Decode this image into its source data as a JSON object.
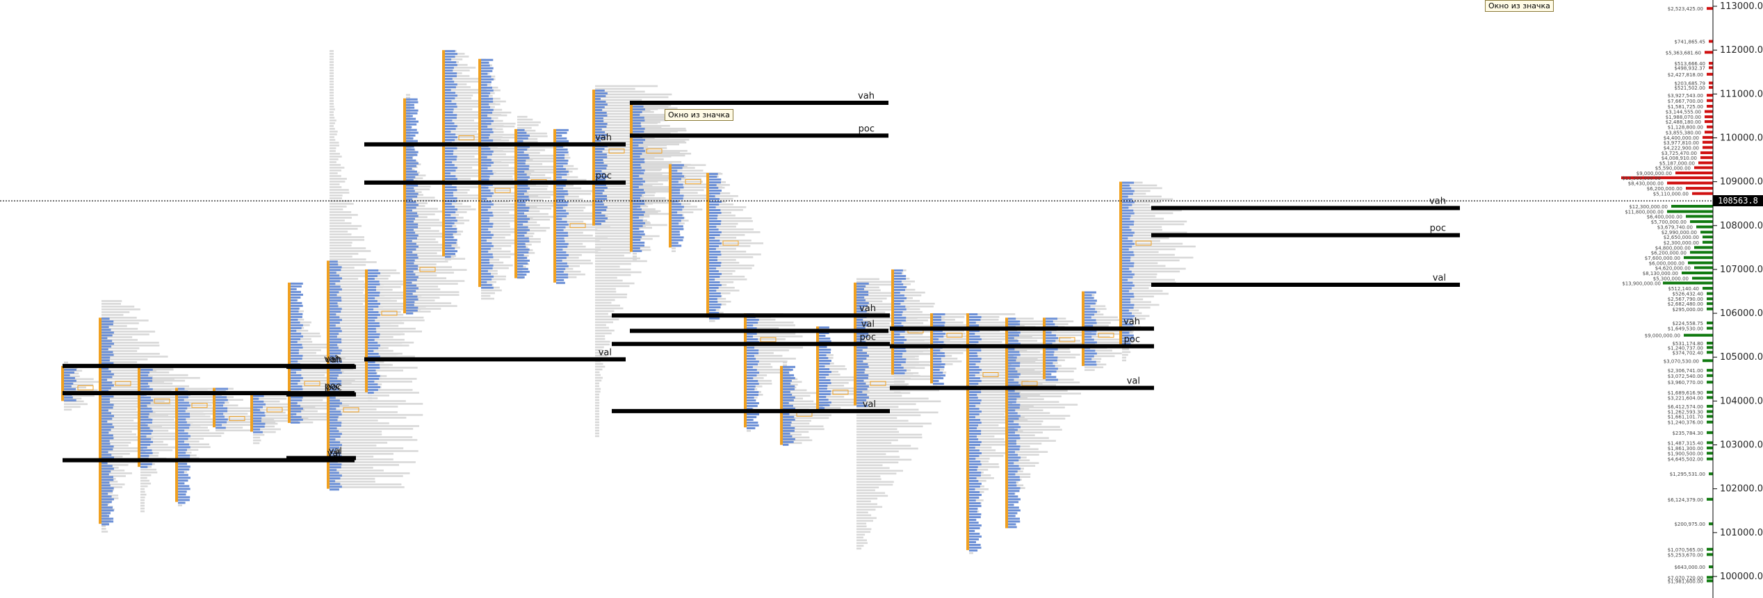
{
  "chart_data": {
    "type": "bar",
    "subtype": "volume-profile",
    "y_axis": {
      "position": "right",
      "ylim": [
        99900,
        113000
      ],
      "ticks": [
        "100000.0",
        "101000.0",
        "102000.0",
        "103000.0",
        "104000.0",
        "105000.0",
        "106000.0",
        "107000.0",
        "108000.0",
        "109000.0",
        "110000.0",
        "111000.0",
        "112000.0",
        "113000.0"
      ],
      "tick_values": [
        100000,
        101000,
        102000,
        103000,
        104000,
        105000,
        106000,
        107000,
        108000,
        109000,
        110000,
        111000,
        112000,
        113000
      ]
    },
    "current_price": 108563.8,
    "current_price_label": "108563.8",
    "level_labels": {
      "vah": "vah",
      "poc": "poc",
      "val": "val"
    },
    "colors": {
      "histogram": "#d8d8d8",
      "highlight": "#6b8fd6",
      "range_bar": "#f0a020",
      "level_line": "#000000",
      "order_sell": "#d01010",
      "order_buy": "#107a10"
    },
    "profiles": [
      {
        "low": 103800,
        "high": 104900,
        "poc": 104300,
        "vah": 104600,
        "val": 104000,
        "width": 0.25,
        "segment": [
          104000,
          104800
        ]
      },
      {
        "low": 101000,
        "high": 106300,
        "poc": 104400,
        "vah": 104600,
        "val": 103400,
        "width": 0.7,
        "segment": [
          101200,
          105900
        ]
      },
      {
        "low": 101500,
        "high": 104800,
        "poc": 104000,
        "vah": 104600,
        "val": 103300,
        "width": 0.65,
        "segment": [
          102500,
          104800
        ]
      },
      {
        "low": 101600,
        "high": 104300,
        "poc": 103900,
        "vah": 104200,
        "val": 103400,
        "width": 0.6,
        "segment": [
          101700,
          104300
        ]
      },
      {
        "low": 103300,
        "high": 104300,
        "poc": 103600,
        "vah": 104100,
        "val": 103400,
        "width": 0.55,
        "segment": [
          103400,
          104300
        ]
      },
      {
        "low": 103000,
        "high": 104200,
        "poc": 103800,
        "vah": 104100,
        "val": 103300,
        "width": 0.55,
        "segment": [
          103300,
          104200
        ]
      },
      {
        "low": 103500,
        "high": 106700,
        "poc": 104400,
        "vah": 104800,
        "val": 103700,
        "width": 0.6,
        "segment": [
          103500,
          106700
        ]
      },
      {
        "low": 102000,
        "high": 112000,
        "poc": 103800,
        "vah": 109900,
        "val": 105000,
        "width": 1.0,
        "segment": [
          102000,
          107200
        ]
      },
      {
        "low": 104000,
        "high": 107000,
        "poc": 106000,
        "vah": 106500,
        "val": 105000,
        "width": 0.5,
        "segment": [
          104200,
          107000
        ]
      },
      {
        "low": 106000,
        "high": 111000,
        "poc": 107000,
        "vah": 109700,
        "val": 106500,
        "width": 0.5,
        "segment": [
          106000,
          110900
        ]
      },
      {
        "low": 107200,
        "high": 112000,
        "poc": 110000,
        "vah": 111500,
        "val": 108200,
        "width": 0.5,
        "segment": [
          107300,
          112000
        ]
      },
      {
        "low": 106300,
        "high": 111800,
        "poc": 108800,
        "vah": 109200,
        "val": 107200,
        "width": 0.45,
        "segment": [
          106600,
          111800
        ]
      },
      {
        "low": 106800,
        "high": 110500,
        "poc": 109000,
        "vah": 109500,
        "val": 107300,
        "width": 0.4,
        "segment": [
          106800,
          110200
        ]
      },
      {
        "low": 106800,
        "high": 110200,
        "poc": 108000,
        "vah": 109500,
        "val": 107200,
        "width": 0.4,
        "segment": [
          106700,
          110200
        ]
      },
      {
        "low": 103200,
        "high": 111200,
        "poc": 109700,
        "vah": 110300,
        "val": 105500,
        "width": 1.0,
        "segment": [
          108000,
          111100
        ]
      },
      {
        "low": 107200,
        "high": 110800,
        "poc": 109700,
        "vah": 110200,
        "val": 108200,
        "width": 0.5,
        "segment": [
          107400,
          110800
        ]
      },
      {
        "low": 107400,
        "high": 109400,
        "poc": 109000,
        "vah": 109300,
        "val": 107800,
        "width": 0.4,
        "segment": [
          107500,
          109400
        ]
      },
      {
        "low": 105800,
        "high": 109200,
        "poc": 107600,
        "vah": 108300,
        "val": 106200,
        "width": 0.4,
        "segment": [
          105900,
          109200
        ]
      },
      {
        "low": 103300,
        "high": 106000,
        "poc": 105400,
        "vah": 105900,
        "val": 104200,
        "width": 0.45,
        "segment": [
          103400,
          106000
        ]
      },
      {
        "low": 103000,
        "high": 104900,
        "poc": 103700,
        "vah": 104600,
        "val": 103300,
        "width": 0.35,
        "segment": [
          103000,
          104800
        ]
      },
      {
        "low": 103800,
        "high": 105700,
        "poc": 104200,
        "vah": 105500,
        "val": 103900,
        "width": 0.35,
        "segment": [
          103800,
          105700
        ]
      },
      {
        "low": 100600,
        "high": 106800,
        "poc": 104400,
        "vah": 105900,
        "val": 103800,
        "width": 0.9,
        "segment": [
          103900,
          106700
        ]
      },
      {
        "low": 104200,
        "high": 107000,
        "poc": 105600,
        "vah": 106000,
        "val": 104800,
        "width": 0.45,
        "segment": [
          104600,
          107000
        ]
      },
      {
        "low": 104300,
        "high": 106000,
        "poc": 105500,
        "vah": 105800,
        "val": 104700,
        "width": 0.45,
        "segment": [
          104400,
          106000
        ]
      },
      {
        "low": 100500,
        "high": 106000,
        "poc": 104600,
        "vah": 105900,
        "val": 104000,
        "width": 0.7,
        "segment": [
          100600,
          106000
        ]
      },
      {
        "low": 101100,
        "high": 105900,
        "poc": 104400,
        "vah": 105600,
        "val": 103800,
        "width": 0.7,
        "segment": [
          101100,
          105900
        ]
      },
      {
        "low": 104500,
        "high": 105900,
        "poc": 105400,
        "vah": 105800,
        "val": 104700,
        "width": 0.35,
        "segment": [
          104500,
          105900
        ]
      },
      {
        "low": 104700,
        "high": 106500,
        "poc": 105500,
        "vah": 106100,
        "val": 105100,
        "width": 0.35,
        "segment": [
          104800,
          106500
        ]
      },
      {
        "low": 104900,
        "high": 109000,
        "poc": 107600,
        "vah": 108500,
        "val": 106600,
        "width": 0.7,
        "segment": [
          105300,
          109000
        ]
      }
    ],
    "key_levels": [
      {
        "type": "vah",
        "value": 110800,
        "label": "vah"
      },
      {
        "type": "poc",
        "value": 110050,
        "label": "poc"
      },
      {
        "type": "val",
        "value": 105600,
        "label": "val"
      },
      {
        "type": "vah",
        "value": 109850,
        "label": "vah"
      },
      {
        "type": "poc",
        "value": 108980,
        "label": "poc"
      },
      {
        "type": "val",
        "value": 104950,
        "label": "val"
      },
      {
        "type": "vah",
        "value": 104800,
        "label": "vah"
      },
      {
        "type": "poc",
        "value": 104180,
        "label": "poc"
      },
      {
        "type": "val",
        "value": 102650,
        "label": "val"
      },
      {
        "type": "vah",
        "value": 104780,
        "label": "vah"
      },
      {
        "type": "poc",
        "value": 104150,
        "label": "poc"
      },
      {
        "type": "val",
        "value": 102700,
        "label": "val"
      },
      {
        "type": "vah",
        "value": 105950,
        "label": "vah"
      },
      {
        "type": "poc",
        "value": 105300,
        "label": "poc"
      },
      {
        "type": "val",
        "value": 103770,
        "label": "val"
      },
      {
        "type": "vah",
        "value": 105650,
        "label": "vah"
      },
      {
        "type": "poc",
        "value": 105250,
        "label": "poc"
      },
      {
        "type": "val",
        "value": 104300,
        "label": "val"
      },
      {
        "type": "vah",
        "value": 108400,
        "label": "vah"
      },
      {
        "type": "poc",
        "value": 107780,
        "label": "poc"
      },
      {
        "type": "val",
        "value": 106650,
        "label": "val"
      }
    ],
    "order_book": [
      {
        "price": 112950,
        "side": "sell",
        "volume": 0.3,
        "label": "$2,523,425.00"
      },
      {
        "price": 112200,
        "side": "sell",
        "volume": 0.2,
        "label": "$741,865.45"
      },
      {
        "price": 111950,
        "side": "sell",
        "volume": 0.4,
        "label": "$5,363,681.60"
      },
      {
        "price": 111700,
        "side": "sell",
        "volume": 0.2,
        "label": "$513,666.40"
      },
      {
        "price": 111600,
        "side": "sell",
        "volume": 0.2,
        "label": "$498,932.37"
      },
      {
        "price": 111450,
        "side": "sell",
        "volume": 0.3,
        "label": "$2,427,818.00"
      },
      {
        "price": 111250,
        "side": "sell",
        "volume": 0.2,
        "label": "$203,685.79"
      },
      {
        "price": 111150,
        "side": "sell",
        "volume": 0.2,
        "label": "$521,502.00"
      },
      {
        "price": 110970,
        "side": "sell",
        "volume": 0.3,
        "label": "$3,927,543.00"
      },
      {
        "price": 110850,
        "side": "sell",
        "volume": 0.3,
        "label": "$7,667,700.00"
      },
      {
        "price": 110720,
        "side": "sell",
        "volume": 0.3,
        "label": "$1,581,725.00"
      },
      {
        "price": 110600,
        "side": "sell",
        "volume": 0.4,
        "label": "$3,144,555.00"
      },
      {
        "price": 110480,
        "side": "sell",
        "volume": 0.4,
        "label": "$1,988,070.00"
      },
      {
        "price": 110370,
        "side": "sell",
        "volume": 0.4,
        "label": "$2,488,180.00"
      },
      {
        "price": 110250,
        "side": "sell",
        "volume": 0.3,
        "label": "$1,128,800.00"
      },
      {
        "price": 110130,
        "side": "sell",
        "volume": 0.4,
        "label": "$3,855,380.00"
      },
      {
        "price": 110010,
        "side": "sell",
        "volume": 0.5,
        "label": "$4,400,000.00"
      },
      {
        "price": 109900,
        "side": "sell",
        "volume": 0.5,
        "label": "$3,977,810.00"
      },
      {
        "price": 109780,
        "side": "sell",
        "volume": 0.5,
        "label": "$4,222,900.00"
      },
      {
        "price": 109660,
        "side": "sell",
        "volume": 0.6,
        "label": "$3,725,470.00"
      },
      {
        "price": 109550,
        "side": "sell",
        "volume": 0.6,
        "label": "$4,008,910.00"
      },
      {
        "price": 109430,
        "side": "sell",
        "volume": 0.7,
        "label": "$5,187,000.00"
      },
      {
        "price": 109320,
        "side": "sell",
        "volume": 0.9,
        "label": "$5,590,000.00"
      },
      {
        "price": 109200,
        "side": "sell",
        "volume": 1.8,
        "label": "$9,000,000.00"
      },
      {
        "price": 109090,
        "side": "sell",
        "volume": 4.4,
        "label": "$13,500,000.00"
      },
      {
        "price": 108970,
        "side": "sell",
        "volume": 2.2,
        "label": "$8,430,000.00"
      },
      {
        "price": 108850,
        "side": "sell",
        "volume": 1.3,
        "label": "$6,200,000.00"
      },
      {
        "price": 108730,
        "side": "sell",
        "volume": 1.0,
        "label": "$5,110,000.00"
      },
      {
        "price": 108440,
        "side": "buy",
        "volume": 2.0,
        "label": "$12,300,000.00"
      },
      {
        "price": 108320,
        "side": "buy",
        "volume": 2.2,
        "label": "$11,800,000.00"
      },
      {
        "price": 108210,
        "side": "buy",
        "volume": 1.3,
        "label": "$6,400,000.00"
      },
      {
        "price": 108090,
        "side": "buy",
        "volume": 1.1,
        "label": "$5,700,000.00"
      },
      {
        "price": 107970,
        "side": "buy",
        "volume": 0.8,
        "label": "$3,679,740.00"
      },
      {
        "price": 107850,
        "side": "buy",
        "volume": 0.6,
        "label": "$2,990,000.00"
      },
      {
        "price": 107740,
        "side": "buy",
        "volume": 0.5,
        "label": "$2,650,000.00"
      },
      {
        "price": 107620,
        "side": "buy",
        "volume": 0.5,
        "label": "$2,300,000.00"
      },
      {
        "price": 107500,
        "side": "buy",
        "volume": 0.9,
        "label": "$4,800,000.00"
      },
      {
        "price": 107390,
        "side": "buy",
        "volume": 1.1,
        "label": "$6,200,000.00"
      },
      {
        "price": 107270,
        "side": "buy",
        "volume": 1.4,
        "label": "$7,600,000.00"
      },
      {
        "price": 107150,
        "side": "buy",
        "volume": 1.2,
        "label": "$6,000,000.00"
      },
      {
        "price": 107040,
        "side": "buy",
        "volume": 0.9,
        "label": "$4,620,000.00"
      },
      {
        "price": 106920,
        "side": "buy",
        "volume": 1.5,
        "label": "$8,130,000.00"
      },
      {
        "price": 106800,
        "side": "buy",
        "volume": 1.0,
        "label": "$5,300,000.00"
      },
      {
        "price": 106690,
        "side": "buy",
        "volume": 2.4,
        "label": "$13,900,000.00"
      },
      {
        "price": 106570,
        "side": "buy",
        "volume": 0.5,
        "label": "$512,140.40"
      },
      {
        "price": 106450,
        "side": "buy",
        "volume": 0.3,
        "label": "$526,432.40"
      },
      {
        "price": 106330,
        "side": "buy",
        "volume": 0.3,
        "label": "$2,567,790.00"
      },
      {
        "price": 106220,
        "side": "buy",
        "volume": 0.3,
        "label": "$2,682,480.00"
      },
      {
        "price": 106100,
        "side": "buy",
        "volume": 0.3,
        "label": "$295,000.00"
      },
      {
        "price": 105780,
        "side": "buy",
        "volume": 0.3,
        "label": "$224,558.75"
      },
      {
        "price": 105660,
        "side": "buy",
        "volume": 0.3,
        "label": "$1,649,530.00"
      },
      {
        "price": 105500,
        "side": "buy",
        "volume": 1.4,
        "label": "$9,000,000.00"
      },
      {
        "price": 105320,
        "side": "buy",
        "volume": 0.3,
        "label": "$531,174.80"
      },
      {
        "price": 105220,
        "side": "buy",
        "volume": 0.3,
        "label": "$1,240,737.00"
      },
      {
        "price": 105110,
        "side": "buy",
        "volume": 0.3,
        "label": "$374,702.40"
      },
      {
        "price": 104920,
        "side": "buy",
        "volume": 0.5,
        "label": "$3,070,530.00"
      },
      {
        "price": 104700,
        "side": "buy",
        "volume": 0.3,
        "label": "$2,306,741.00"
      },
      {
        "price": 104580,
        "side": "buy",
        "volume": 0.3,
        "label": "$3,072,540.00"
      },
      {
        "price": 104430,
        "side": "buy",
        "volume": 0.3,
        "label": "$3,960,770.00"
      },
      {
        "price": 104200,
        "side": "buy",
        "volume": 0.3,
        "label": "$1,689,616.90"
      },
      {
        "price": 104080,
        "side": "buy",
        "volume": 0.3,
        "label": "$3,221,604.00"
      },
      {
        "price": 103880,
        "side": "buy",
        "volume": 0.3,
        "label": "$6,412,574.00"
      },
      {
        "price": 103760,
        "side": "buy",
        "volume": 0.3,
        "label": "$1,262,593.30"
      },
      {
        "price": 103650,
        "side": "buy",
        "volume": 0.3,
        "label": "$1,661,101.70"
      },
      {
        "price": 103520,
        "side": "buy",
        "volume": 0.3,
        "label": "$1,240,376.00"
      },
      {
        "price": 103280,
        "side": "buy",
        "volume": 0.3,
        "label": "$235,784.30"
      },
      {
        "price": 103050,
        "side": "buy",
        "volume": 0.3,
        "label": "$1,487,315.40"
      },
      {
        "price": 102930,
        "side": "buy",
        "volume": 0.3,
        "label": "$1,861,300.00"
      },
      {
        "price": 102810,
        "side": "buy",
        "volume": 0.3,
        "label": "$1,900,500.00"
      },
      {
        "price": 102680,
        "side": "buy",
        "volume": 0.3,
        "label": "$4,645,502.00"
      },
      {
        "price": 102340,
        "side": "buy",
        "volume": 0.2,
        "label": "$1,295,531.00"
      },
      {
        "price": 101760,
        "side": "buy",
        "volume": 0.3,
        "label": "$6,124,379.00"
      },
      {
        "price": 101200,
        "side": "buy",
        "volume": 0.2,
        "label": "$200,975.00"
      },
      {
        "price": 100620,
        "side": "buy",
        "volume": 0.3,
        "label": "$1,070,565.00"
      },
      {
        "price": 100500,
        "side": "buy",
        "volume": 0.3,
        "label": "$5,253,670.00"
      },
      {
        "price": 100220,
        "side": "buy",
        "volume": 0.2,
        "label": "$643,000.00"
      },
      {
        "price": 99980,
        "side": "buy",
        "volume": 0.3,
        "label": "$7,070,720.00"
      },
      {
        "price": 99900,
        "side": "buy",
        "volume": 0.3,
        "label": "$1,981,600.00"
      }
    ]
  },
  "tooltips": {
    "top_right": "Окно из значка",
    "center": "Окно из значка"
  }
}
